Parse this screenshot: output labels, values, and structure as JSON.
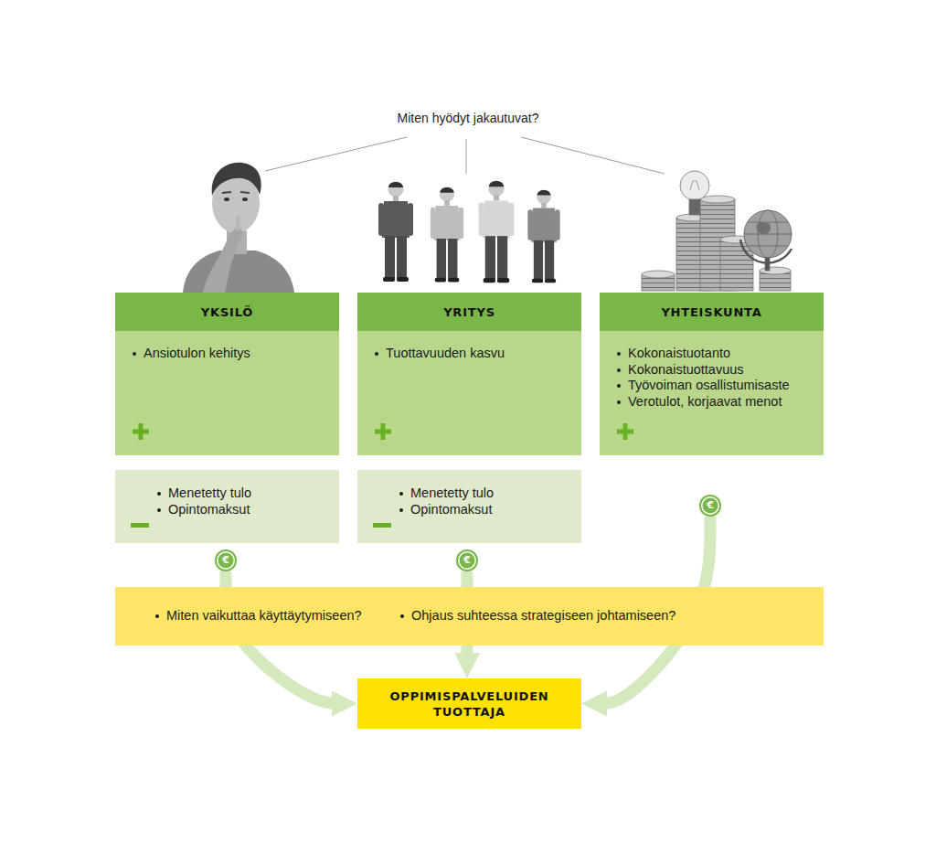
{
  "diagram": {
    "title": "Miten hyödyt jakautuvat?",
    "nodes": [
      {
        "text": [
          "YKSILÖ",
          "Ansiotulon kehitys"
        ]
      },
      {
        "text": [
          "YRITYS",
          "Tuottavuuden kasvu"
        ]
      },
      {
        "text": [
          "YHTEISKUNTA",
          "Kokonaistuotanto",
          "Kokonaistuottavuus",
          "Työvoiman osallistumisaste",
          "Verotulot, korjaavat menot"
        ]
      },
      {
        "text": [
          "Menetetty tulo",
          "Opintomaksut"
        ]
      },
      {
        "text": [
          "Menetetty tulo",
          "Opintomaksut"
        ]
      },
      {
        "text": [
          "€"
        ]
      },
      {
        "text": [
          "€"
        ]
      },
      {
        "text": [
          "€"
        ]
      },
      {
        "text": [
          "Miten vaikuttaa käyttäytymiseen?",
          "Ohjaus suhteessa strategiseen johtamiseen?"
        ]
      },
      {
        "text": [
          "OPPIMISPALVELUIDEN TUOTTAJA"
        ]
      }
    ],
    "edges": [
      {
        "from": 5,
        "to": 9,
        "arrow": "to"
      },
      {
        "from": 6,
        "to": 9,
        "arrow": "to"
      },
      {
        "from": 7,
        "to": 9,
        "arrow": "to"
      }
    ]
  }
}
